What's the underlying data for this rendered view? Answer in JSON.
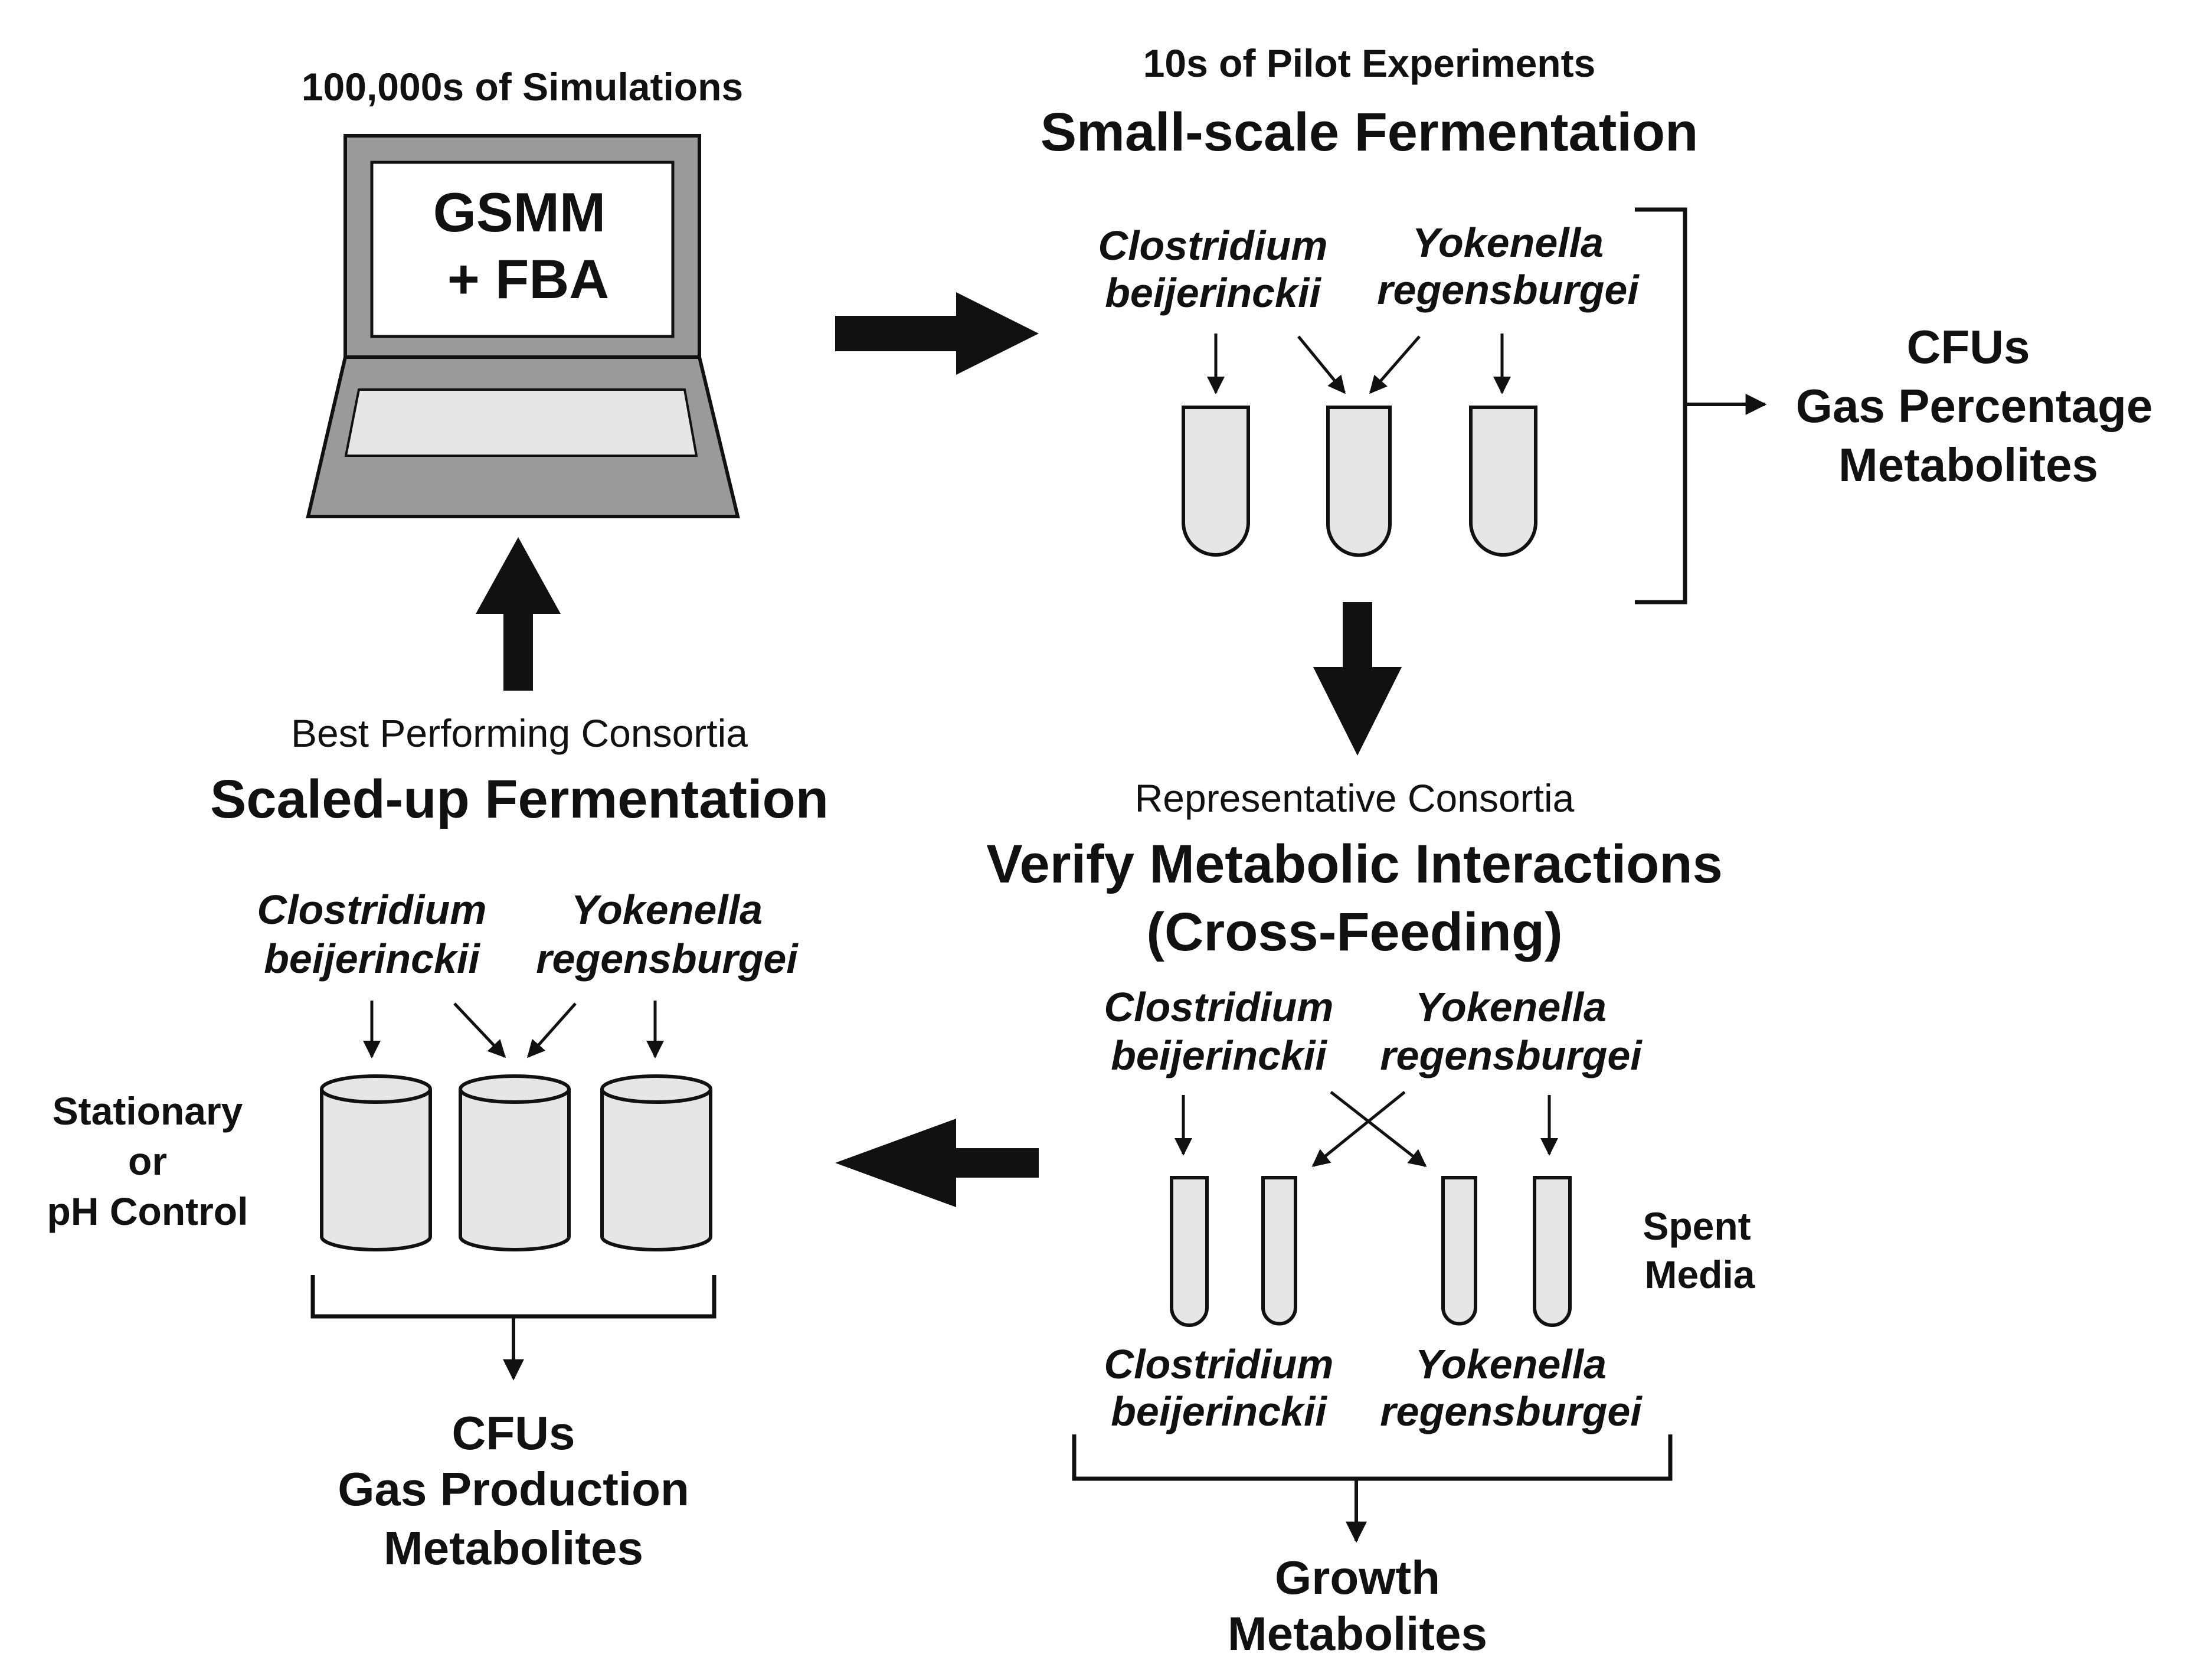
{
  "colors": {
    "ink": "#111111",
    "tube_fill": "#e6e6e6",
    "laptop_body": "#9a9a9a",
    "screen": "#ffffff",
    "keyboard": "#e6e6e6"
  },
  "simulation": {
    "header": "100,000s of Simulations",
    "screen_line1": "GSMM",
    "screen_line2": "+ FBA",
    "icon": "laptop-icon"
  },
  "small_scale": {
    "header": "10s of Pilot Experiments",
    "title": "Small-scale Fermentation",
    "species_a": [
      "Clostridium",
      "beijerinckii"
    ],
    "species_b": [
      "Yokenella",
      "regensburgei"
    ],
    "outputs": [
      "CFUs",
      "Gas Percentage",
      "Metabolites"
    ]
  },
  "verify": {
    "header": "Representative Consortia",
    "title_line1": "Verify Metabolic Interactions",
    "title_line2": "(Cross-Feeding)",
    "species_a_top": [
      "Clostridium",
      "beijerinckii"
    ],
    "species_b_top": [
      "Yokenella",
      "regensburgei"
    ],
    "spent_media": [
      "Spent",
      "Media"
    ],
    "species_a_bottom": [
      "Clostridium",
      "beijerinckii"
    ],
    "species_b_bottom": [
      "Yokenella",
      "regensburgei"
    ],
    "outputs": [
      "Growth",
      "Metabolites"
    ]
  },
  "scaled_up": {
    "header": "Best Performing Consortia",
    "title": "Scaled-up Fermentation",
    "species_a": [
      "Clostridium",
      "beijerinckii"
    ],
    "species_b": [
      "Yokenella",
      "regensburgei"
    ],
    "conditions": [
      "Stationary",
      "or",
      "pH Control"
    ],
    "outputs": [
      "CFUs",
      "Gas Production",
      "Metabolites"
    ]
  }
}
